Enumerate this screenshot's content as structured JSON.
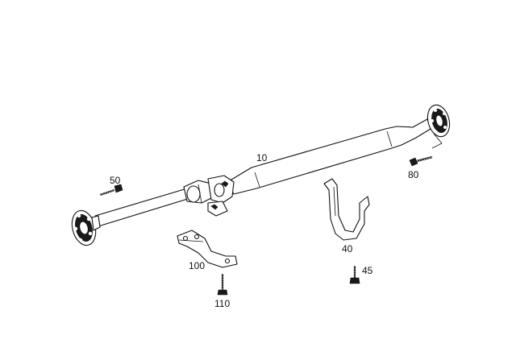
{
  "diagram": {
    "labels": {
      "p10": "10",
      "p40": "40",
      "p45": "45",
      "p50": "50",
      "p80": "80",
      "p100": "100",
      "p110": "110"
    },
    "colors": {
      "line": "#111111",
      "background": "#ffffff"
    }
  }
}
